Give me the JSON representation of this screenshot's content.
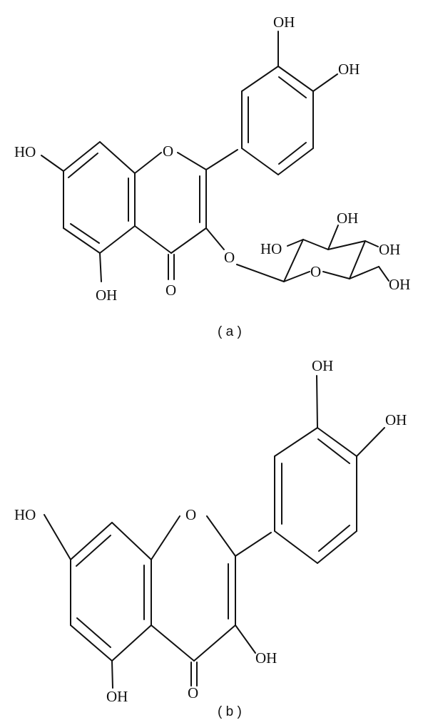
{
  "figure": {
    "panels": [
      {
        "id": "a",
        "caption": "( a )",
        "compound_type": "flavonol 3-O-glycoside",
        "labels": {
          "oh_7": "HO",
          "ring_o": "O",
          "carbonyl_o": "O",
          "oh_5": "OH",
          "oh_3p": "OH",
          "oh_4p": "OH",
          "glyco_o": "O",
          "sugar_ring_o": "O",
          "sugar_oh_2": "HO",
          "sugar_oh_3": "OH",
          "sugar_oh_4": "OH",
          "sugar_ch2oh": "OH"
        }
      },
      {
        "id": "b",
        "caption": "( b )",
        "compound_type": "flavonol aglycone",
        "labels": {
          "oh_7": "HO",
          "ring_o": "O",
          "carbonyl_o": "O",
          "oh_5": "OH",
          "oh_3": "OH",
          "oh_3p": "OH",
          "oh_4p": "OH"
        }
      }
    ]
  }
}
